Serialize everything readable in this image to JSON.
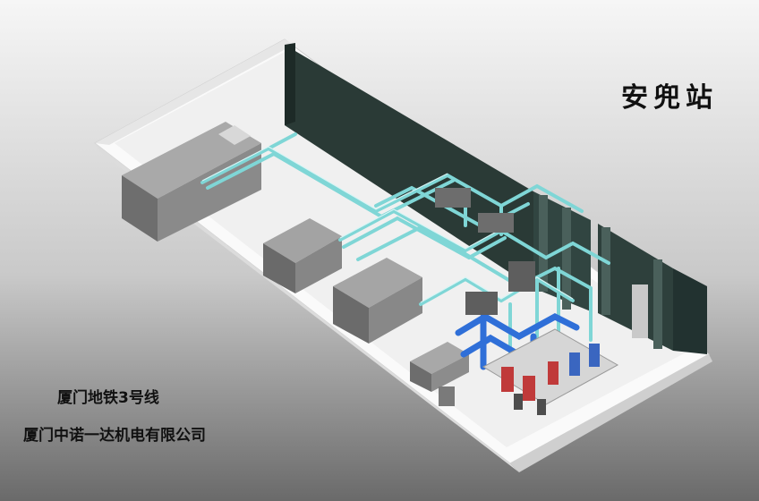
{
  "station_name": "安兜站",
  "caption": {
    "line": "厦门地铁3号线",
    "company": "厦门中诺一达机电有限公司"
  },
  "colors": {
    "background_top": "#f4f4f4",
    "background_bottom": "#6e6e6e",
    "floor": "#f2f2f2",
    "wall_dark": "#24322f",
    "unit_gray": "#8a8a8a",
    "pipe_cyan": "#7fd6d6",
    "pipe_blue": "#2f6fd8",
    "pipe_red": "#c03a3a"
  }
}
